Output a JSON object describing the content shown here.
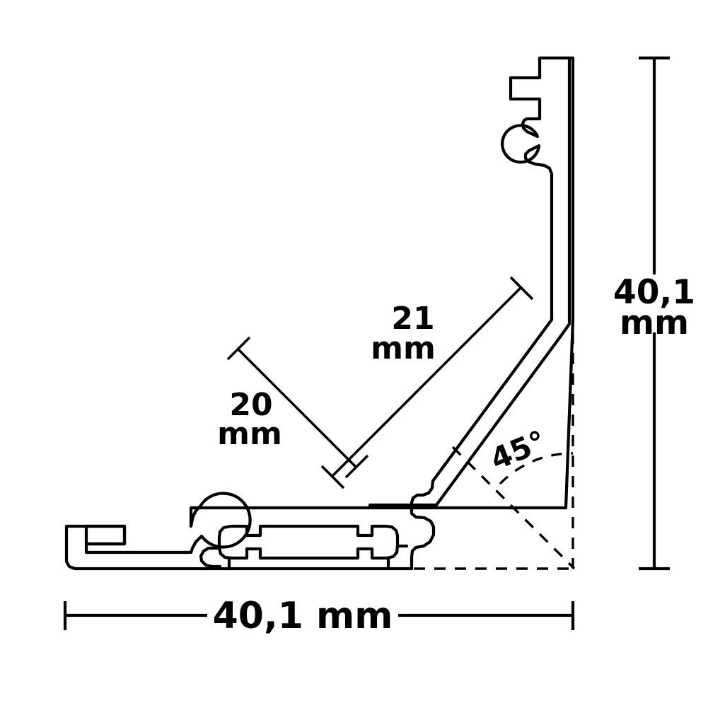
{
  "drawing": {
    "title": "LED corner profile cross-section technical drawing",
    "type": "technical-dimension-drawing",
    "background_color": "#ffffff",
    "line_color": "#000000"
  },
  "dimensions": {
    "height": {
      "value": "40,1",
      "unit": "mm",
      "line1": "40,1",
      "line2": "mm",
      "position": "right",
      "orientation": "vertical"
    },
    "width": {
      "value": "40,1 mm",
      "unit": "mm",
      "position": "bottom",
      "orientation": "horizontal"
    },
    "diagonal_long": {
      "value": "21",
      "unit": "mm",
      "line1": "21",
      "line2": "mm",
      "orientation": "diagonal-45-up"
    },
    "diagonal_short": {
      "value": "20",
      "unit": "mm",
      "line1": "20",
      "line2": "mm",
      "orientation": "diagonal-45-down"
    },
    "angle": {
      "value": "45°",
      "type": "angle-annotation"
    }
  }
}
